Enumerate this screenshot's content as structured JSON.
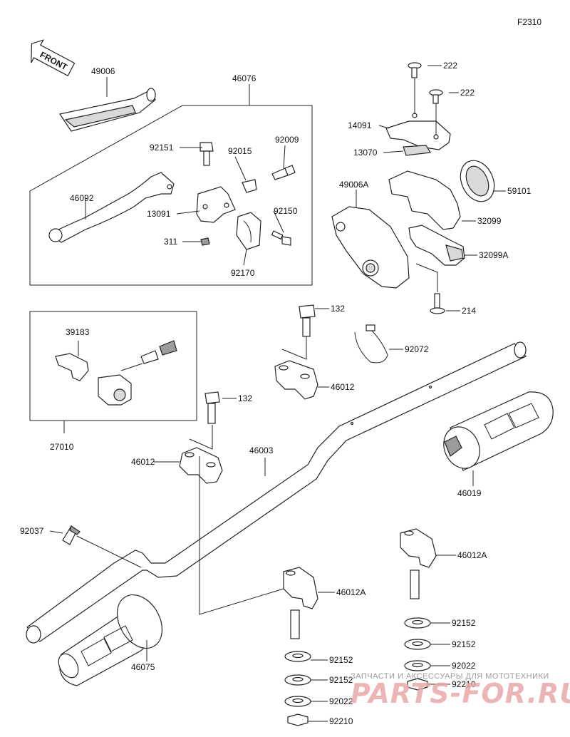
{
  "figure_code": "F2310",
  "front_label": "FRONT",
  "watermark": {
    "line1": "ЗАПЧАСТИ И АКСЕССУАРЫ ДЛЯ МОТОТЕХНИКИ",
    "line2": "PARTS-FOR.RU"
  },
  "parts": [
    {
      "id": "p49006",
      "number": "49006"
    },
    {
      "id": "p46076",
      "number": "46076"
    },
    {
      "id": "p92151",
      "number": "92151"
    },
    {
      "id": "p92015",
      "number": "92015"
    },
    {
      "id": "p92009",
      "number": "92009"
    },
    {
      "id": "p46092",
      "number": "46092"
    },
    {
      "id": "p13091",
      "number": "13091"
    },
    {
      "id": "p92150",
      "number": "92150"
    },
    {
      "id": "p311",
      "number": "311"
    },
    {
      "id": "p92170",
      "number": "92170"
    },
    {
      "id": "p222a",
      "number": "222"
    },
    {
      "id": "p222b",
      "number": "222"
    },
    {
      "id": "p14091",
      "number": "14091"
    },
    {
      "id": "p13070",
      "number": "13070"
    },
    {
      "id": "p49006A",
      "number": "49006A"
    },
    {
      "id": "p59101",
      "number": "59101"
    },
    {
      "id": "p32099",
      "number": "32099"
    },
    {
      "id": "p32099A",
      "number": "32099A"
    },
    {
      "id": "p214",
      "number": "214"
    },
    {
      "id": "p132a",
      "number": "132"
    },
    {
      "id": "p92072",
      "number": "92072"
    },
    {
      "id": "p39183",
      "number": "39183"
    },
    {
      "id": "p46012a",
      "number": "46012"
    },
    {
      "id": "p27010",
      "number": "27010"
    },
    {
      "id": "p132b",
      "number": "132"
    },
    {
      "id": "p46012b",
      "number": "46012"
    },
    {
      "id": "p46003",
      "number": "46003"
    },
    {
      "id": "p46019",
      "number": "46019"
    },
    {
      "id": "p92037",
      "number": "92037"
    },
    {
      "id": "p46012Aa",
      "number": "46012A"
    },
    {
      "id": "p46012Ab",
      "number": "46012A"
    },
    {
      "id": "p92152a",
      "number": "92152"
    },
    {
      "id": "p92152b",
      "number": "92152"
    },
    {
      "id": "p92152c",
      "number": "92152"
    },
    {
      "id": "p92152d",
      "number": "92152"
    },
    {
      "id": "p92022a",
      "number": "92022"
    },
    {
      "id": "p92022b",
      "number": "92022"
    },
    {
      "id": "p92210a",
      "number": "92210"
    },
    {
      "id": "p92210b",
      "number": "92210"
    },
    {
      "id": "p46075",
      "number": "46075"
    }
  ]
}
